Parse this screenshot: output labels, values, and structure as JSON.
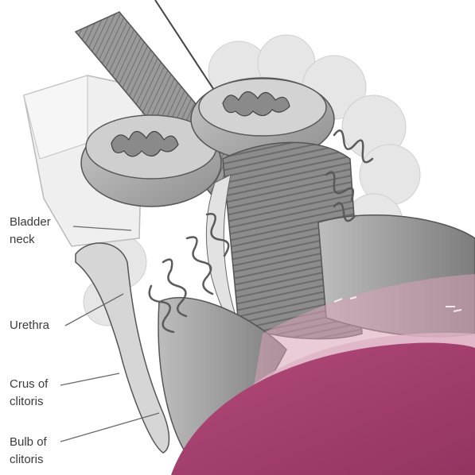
{
  "labels": {
    "bladder_neck": {
      "line1": "Bladder",
      "line2": "neck"
    },
    "urethra": {
      "line1": "Urethra"
    },
    "crus_of_clitoris": {
      "line1": "Crus of",
      "line2": "clitoris"
    },
    "bulb_of_clitoris": {
      "line1": "Bulb of",
      "line2": "clitoris"
    }
  },
  "colors": {
    "background": "#ffffff",
    "tissue_light": "#d9d9d9",
    "tissue_mid": "#a8a8a8",
    "tissue_dark": "#6f6f6f",
    "outline": "#4a4a4a",
    "vessel": "#5a5a5a",
    "overlay_pink": "#cf8ea8",
    "overlay_magenta": "#a13c6b",
    "leader_line": "#6a6a6a"
  }
}
